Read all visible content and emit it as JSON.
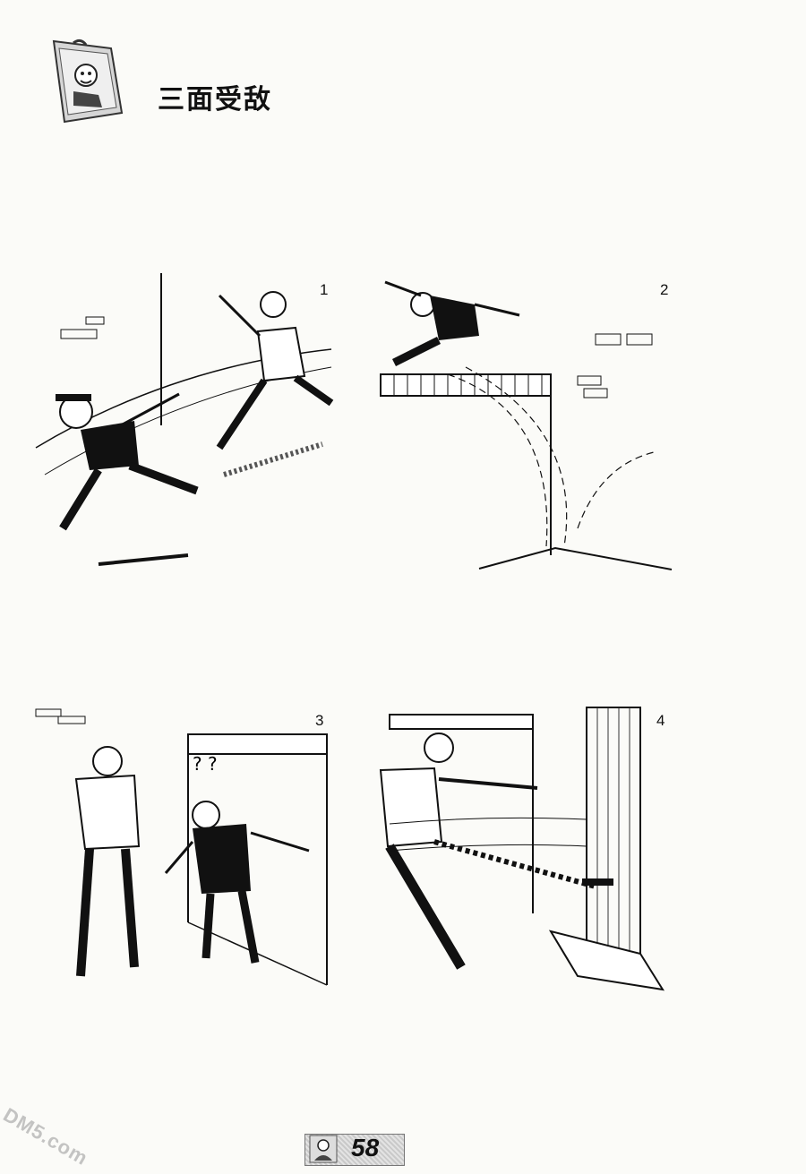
{
  "page": {
    "title": "三面受敌",
    "page_number": "58",
    "watermark": "DM5.com"
  },
  "panels": [
    {
      "number": "1",
      "icons": [
        "bald-man-punching-icon",
        "boy-running-icon"
      ]
    },
    {
      "number": "2",
      "icons": [
        "boy-vaulting-wall-icon"
      ]
    },
    {
      "number": "3",
      "icons": [
        "bald-man-standing-icon",
        "boy-dazed-icon"
      ]
    },
    {
      "number": "4",
      "icons": [
        "bald-man-kicking-door-icon"
      ]
    }
  ],
  "colors": {
    "ink": "#111111",
    "paper": "#fbfbf8",
    "gray": "#cfcfcf"
  }
}
